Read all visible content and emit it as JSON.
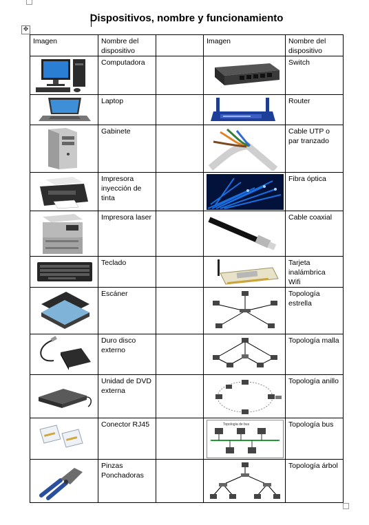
{
  "document": {
    "title": "Dispositivos, nombre y funcionamiento"
  },
  "table": {
    "headers": [
      "Imagen",
      "Nombre del dispositivo",
      "",
      "Imagen",
      "Nombre del dispositivo"
    ],
    "rows": [
      {
        "left_name": "Computadora",
        "left_icon": "desktop-computer-icon",
        "right_name": "Switch",
        "right_icon": "network-switch-icon"
      },
      {
        "left_name": "Laptop",
        "left_icon": "laptop-icon",
        "right_name": "Router",
        "right_icon": "router-icon"
      },
      {
        "left_name": "Gabinete",
        "left_icon": "pc-tower-icon",
        "right_name": "Cable UTP o par tranzado",
        "right_icon": "utp-cable-icon"
      },
      {
        "left_name": "Impresora inyección de tinta",
        "left_icon": "inkjet-printer-icon",
        "right_name": "Fibra óptica",
        "right_icon": "fiber-optic-icon"
      },
      {
        "left_name": "Impresora laser",
        "left_icon": "laser-printer-icon",
        "right_name": "Cable coaxial",
        "right_icon": "coaxial-cable-icon"
      },
      {
        "left_name": "Teclado",
        "left_icon": "keyboard-icon",
        "right_name": "Tarjeta inalámbrica Wifi",
        "right_icon": "wifi-card-icon"
      },
      {
        "left_name": "Escáner",
        "left_icon": "scanner-icon",
        "right_name": "Topología estrella",
        "right_icon": "star-topology-icon"
      },
      {
        "left_name": "Duro disco externo",
        "left_icon": "external-hdd-icon",
        "right_name": "Topología malla",
        "right_icon": "mesh-topology-icon"
      },
      {
        "left_name": "Unidad de DVD externa",
        "left_icon": "external-dvd-icon",
        "right_name": "Topología anillo",
        "right_icon": "ring-topology-icon"
      },
      {
        "left_name": "Conector RJ45",
        "left_icon": "rj45-connector-icon",
        "right_name": "Topología bus",
        "right_icon": "bus-topology-icon"
      },
      {
        "left_name": "Pinzas Ponchadoras",
        "left_icon": "crimping-tool-icon",
        "right_name": "Topología árbol",
        "right_icon": "tree-topology-icon"
      }
    ]
  },
  "bus_diagram": {
    "caption": "Topología de bus"
  },
  "colors": {
    "text": "#000000",
    "border": "#000000",
    "bus_line": "#1e9b2e",
    "fiber_blue": "#1a6fe0"
  }
}
